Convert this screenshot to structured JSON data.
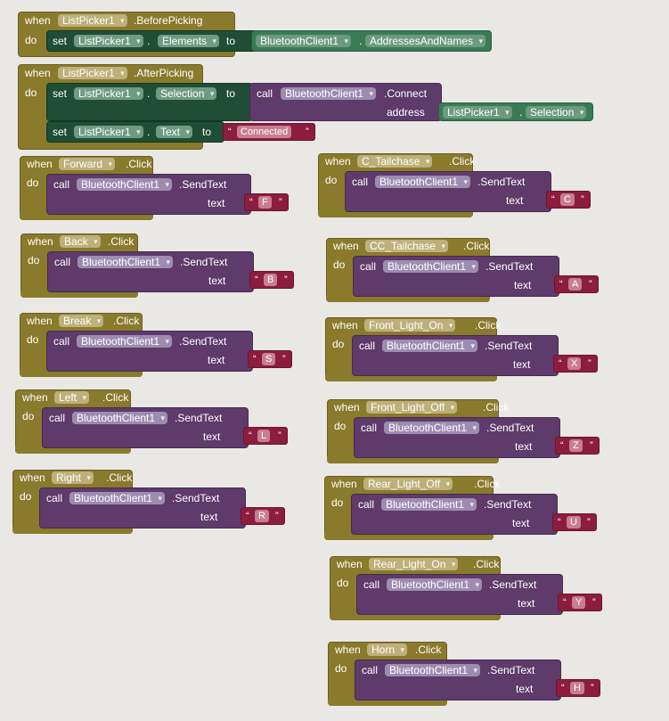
{
  "kw": {
    "when": "when",
    "do": "do",
    "set": "set",
    "to": "to",
    "call": "call",
    "text": "text",
    "address": "address",
    "dot": "."
  },
  "colors": {
    "event": "#8a7a2c",
    "procedure": "#5e3b6b",
    "setter": "#1f4d35",
    "getter": "#3a7a55",
    "text": "#8c1d3e",
    "background": "#e9e8e4"
  },
  "before_picking": {
    "component": "ListPicker1",
    "event": ".BeforePicking",
    "target": "ListPicker1",
    "property": "Elements",
    "source": "BluetoothClient1",
    "source_prop": "AddressesAndNames"
  },
  "after_picking": {
    "component": "ListPicker1",
    "event": ".AfterPicking",
    "target": "ListPicker1",
    "property": "Selection",
    "call_comp": "BluetoothClient1",
    "call_method": ".Connect",
    "arg_comp": "ListPicker1",
    "arg_prop": "Selection",
    "set2_target": "ListPicker1",
    "set2_prop": "Text",
    "set2_value": "Connected"
  },
  "click_blocks": [
    {
      "button": "Forward",
      "event": ".Click",
      "client": "BluetoothClient1",
      "method": ".SendText",
      "value": "F"
    },
    {
      "button": "Back",
      "event": ".Click",
      "client": "BluetoothClient1",
      "method": ".SendText",
      "value": "B"
    },
    {
      "button": "Break",
      "event": ".Click",
      "client": "BluetoothClient1",
      "method": ".SendText",
      "value": "S"
    },
    {
      "button": "Left",
      "event": ".Click",
      "client": "BluetoothClient1",
      "method": ".SendText",
      "value": "L"
    },
    {
      "button": "Right",
      "event": ".Click",
      "client": "BluetoothClient1",
      "method": ".SendText",
      "value": "R"
    },
    {
      "button": "C_Tailchase",
      "event": ".Click",
      "client": "BluetoothClient1",
      "method": ".SendText",
      "value": "C"
    },
    {
      "button": "CC_Tailchase",
      "event": ".Click",
      "client": "BluetoothClient1",
      "method": ".SendText",
      "value": "A"
    },
    {
      "button": "Front_Light_On",
      "event": ".Click",
      "client": "BluetoothClient1",
      "method": ".SendText",
      "value": "X"
    },
    {
      "button": "Front_Light_Off",
      "event": ".Click",
      "client": "BluetoothClient1",
      "method": ".SendText",
      "value": "Z"
    },
    {
      "button": "Rear_Light_Off",
      "event": ".Click",
      "client": "BluetoothClient1",
      "method": ".SendText",
      "value": "U"
    },
    {
      "button": "Rear_Light_On",
      "event": ".Click",
      "client": "BluetoothClient1",
      "method": ".SendText",
      "value": "Y"
    },
    {
      "button": "Horn",
      "event": ".Click",
      "client": "BluetoothClient1",
      "method": ".SendText",
      "value": "H"
    }
  ]
}
